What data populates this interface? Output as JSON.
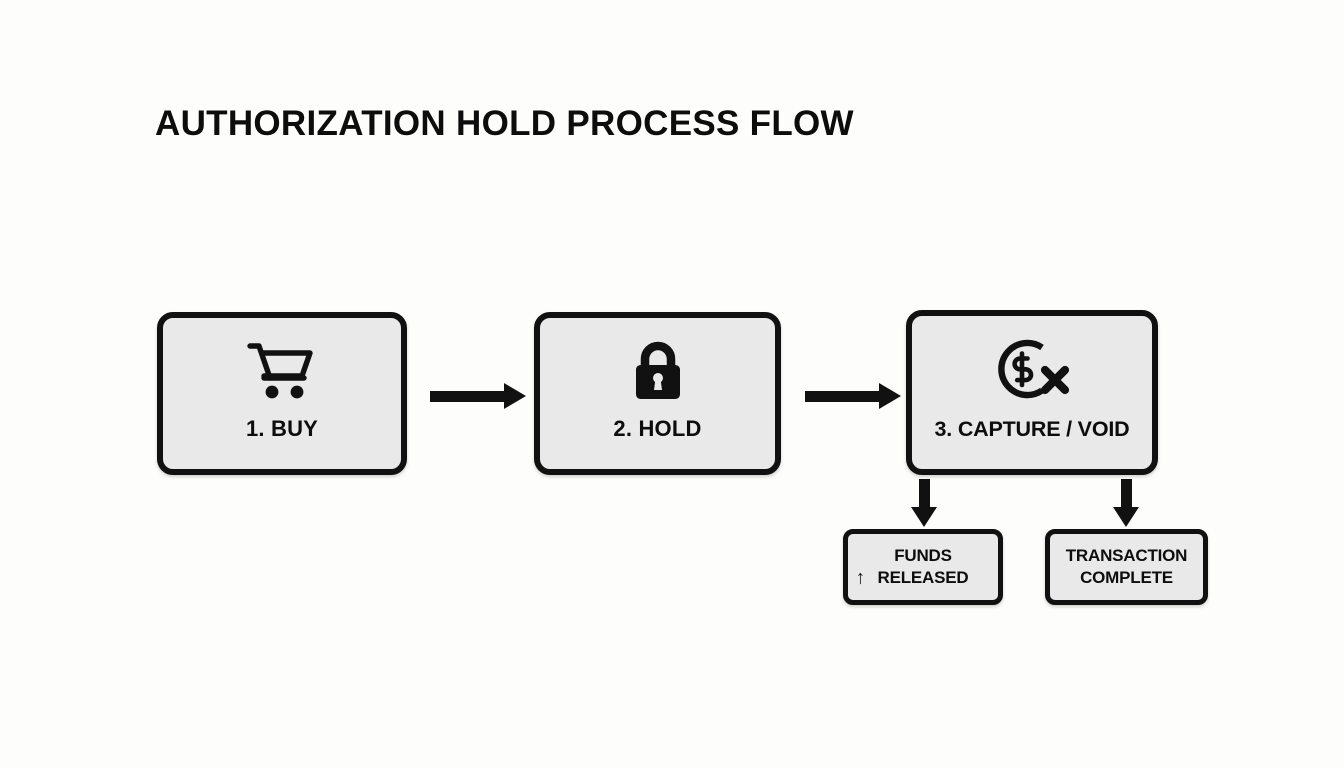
{
  "diagram": {
    "title": "AUTHORIZATION HOLD PROCESS FLOW",
    "background_color": "#fdfdfc",
    "box_fill_color": "#e9e9e9",
    "stroke_color": "#111111",
    "type": "process-flow"
  },
  "stages": [
    {
      "id": "buy",
      "number": "1",
      "label": "1. BUY",
      "icon": "shopping-cart-icon"
    },
    {
      "id": "hold",
      "number": "2",
      "label": "2. HOLD",
      "icon": "lock-icon"
    },
    {
      "id": "capture",
      "number": "3",
      "label": "3. CAPTURE / VOID",
      "icon": "dollar-circle-cancel-icon"
    }
  ],
  "outcomes": [
    {
      "id": "funds",
      "line1": "FUNDS",
      "line2": "RELEASED",
      "glyph": "↑",
      "has_glyph": true
    },
    {
      "id": "transaction",
      "line1": "TRANSACTION",
      "line2": "COMPLETE",
      "glyph": "",
      "has_glyph": false
    }
  ],
  "connectors": [
    {
      "id": "buy-to-hold",
      "from": "buy",
      "to": "hold",
      "direction": "right"
    },
    {
      "id": "hold-to-capture",
      "from": "hold",
      "to": "capture",
      "direction": "right"
    },
    {
      "id": "capture-to-funds",
      "from": "capture",
      "to": "funds",
      "direction": "down"
    },
    {
      "id": "capture-to-transaction",
      "from": "capture",
      "to": "transaction",
      "direction": "down"
    }
  ]
}
